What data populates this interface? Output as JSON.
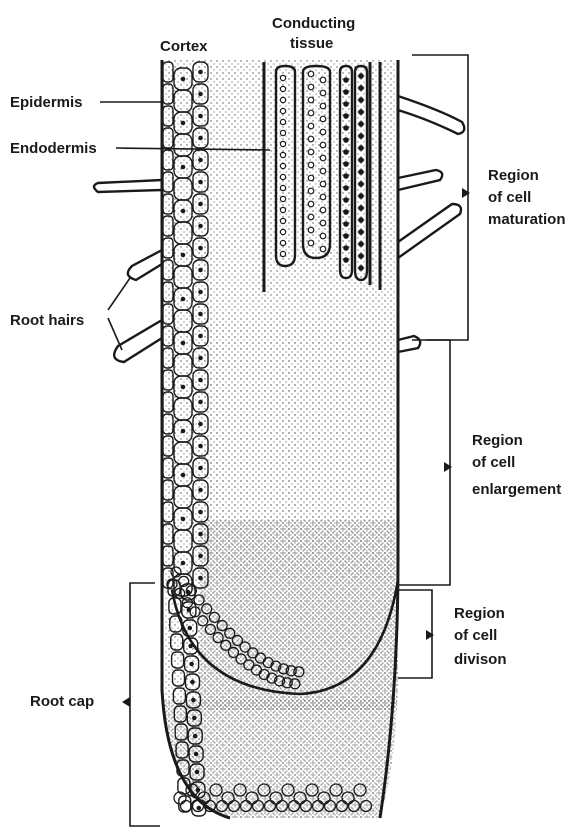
{
  "labels": {
    "cortex": "Cortex",
    "conducting_line1": "Conducting",
    "conducting_line2": "tissue",
    "epidermis": "Epidermis",
    "endodermis": "Endodermis",
    "root_hairs": "Root hairs",
    "root_cap": "Root cap",
    "maturation_line1": "Region",
    "maturation_line2": "of cell",
    "maturation_line3": "maturation",
    "enlargement_line1": "Region",
    "enlargement_line2": "of cell",
    "enlargement_line3": "enlargement",
    "division_line1": "Region",
    "division_line2": "of cell",
    "division_line3": "divison"
  },
  "colors": {
    "ink": "#1a1a1a",
    "background": "#ffffff",
    "stipple": "#555555"
  }
}
